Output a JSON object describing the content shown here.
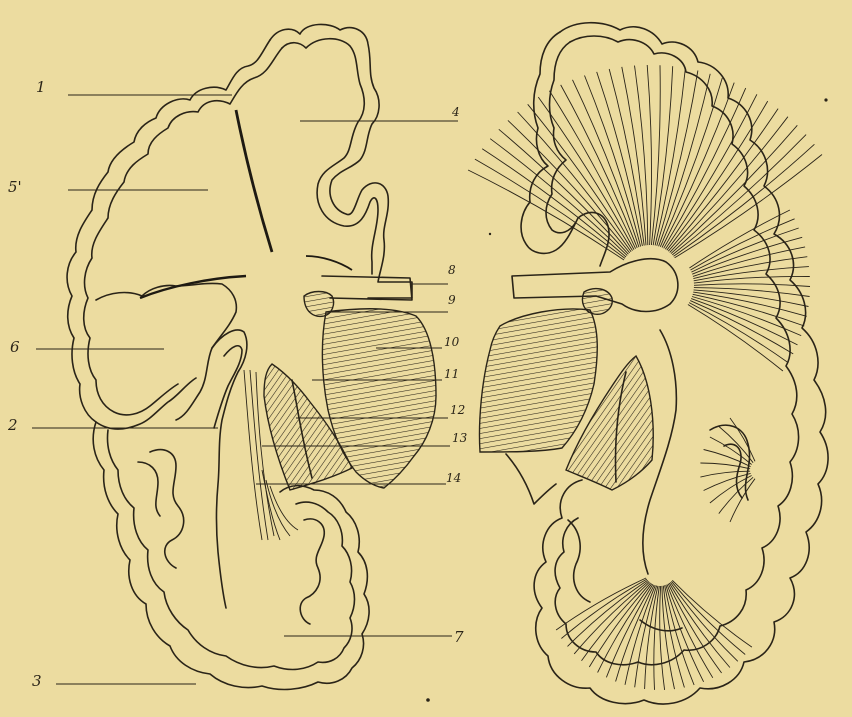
{
  "labels": {
    "l1": "1",
    "l2": "2",
    "l3": "3",
    "l4": "4",
    "l5": "5'",
    "l6": "6",
    "l7": "7",
    "l8": "8",
    "l9": "9",
    "l10": "10",
    "l11": "11",
    "l12": "12",
    "l13": "13",
    "l14": "14"
  },
  "colors": {
    "paper": "#ecdca0",
    "ink": "#2a2418"
  }
}
